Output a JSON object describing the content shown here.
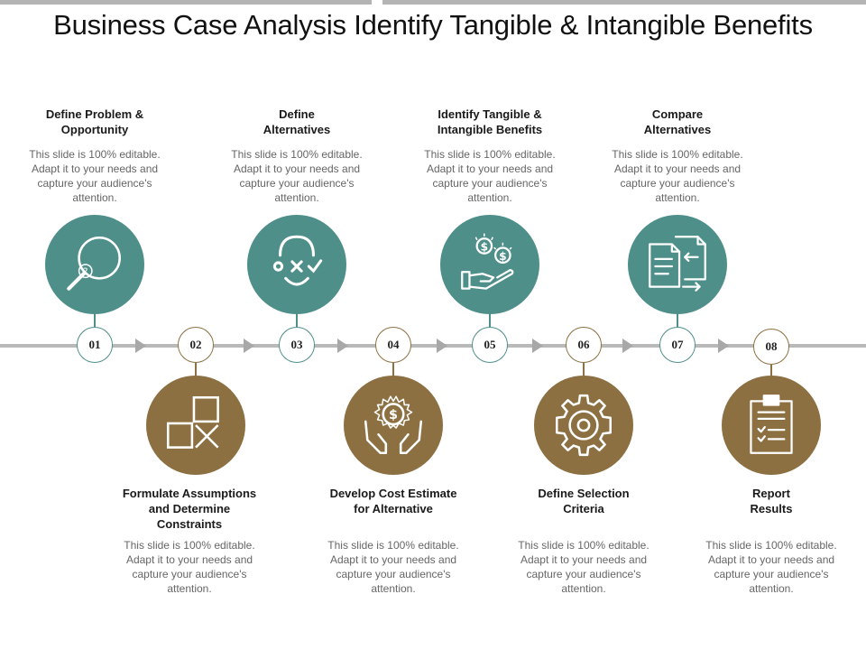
{
  "title": "Business Case Analysis Identify Tangible & Intangible Benefits",
  "colors": {
    "teal": "#4e8f8a",
    "brown": "#8c7042",
    "line": "#b9b9b9"
  },
  "description": "This slide is 100% editable. Adapt it to your needs and capture your audience's attention.",
  "steps": [
    {
      "number": "01",
      "heading_line1": "Define Problem &",
      "heading_line2": "Opportunity",
      "heading_line3": "",
      "icon": "magnifier-question-icon",
      "color": "teal"
    },
    {
      "number": "02",
      "heading_line1": "Formulate Assumptions",
      "heading_line2": "and Determine",
      "heading_line3": "Constraints",
      "icon": "squares-cross-icon",
      "color": "brown"
    },
    {
      "number": "03",
      "heading_line1": "Define",
      "heading_line2": "Alternatives",
      "heading_line3": "",
      "icon": "options-face-icon",
      "color": "teal"
    },
    {
      "number": "04",
      "heading_line1": "Develop Cost Estimate",
      "heading_line2": "for Alternative",
      "heading_line3": "",
      "icon": "hands-money-icon",
      "color": "brown"
    },
    {
      "number": "05",
      "heading_line1": "Identify Tangible &",
      "heading_line2": "Intangible Benefits",
      "heading_line3": "",
      "icon": "hand-coins-icon",
      "color": "teal"
    },
    {
      "number": "06",
      "heading_line1": "Define Selection",
      "heading_line2": "Criteria",
      "heading_line3": "",
      "icon": "gear-icon",
      "color": "brown"
    },
    {
      "number": "07",
      "heading_line1": "Compare",
      "heading_line2": "Alternatives",
      "heading_line3": "",
      "icon": "compare-documents-icon",
      "color": "teal"
    },
    {
      "number": "08",
      "heading_line1": "Report",
      "heading_line2": "Results",
      "heading_line3": "",
      "icon": "clipboard-checklist-icon",
      "color": "brown"
    }
  ]
}
